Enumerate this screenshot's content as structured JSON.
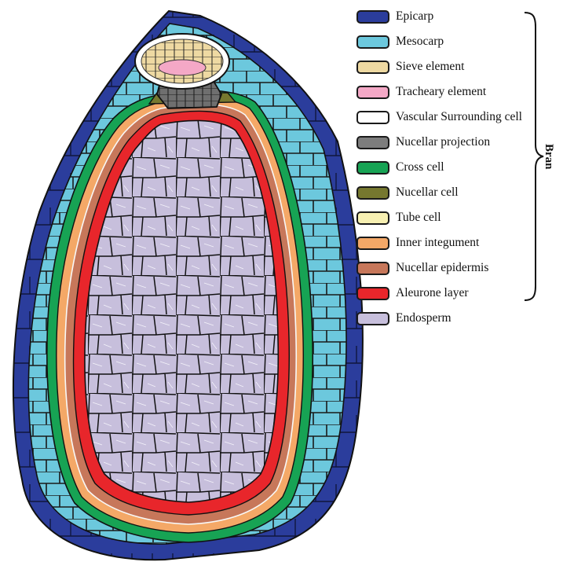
{
  "legend": {
    "items": [
      {
        "label": "Epicarp",
        "color": "#2b3d9c"
      },
      {
        "label": "Mesocarp",
        "color": "#6cc8dd"
      },
      {
        "label": "Sieve element",
        "color": "#eed9a2"
      },
      {
        "label": "Tracheary element",
        "color": "#f4a8c6"
      },
      {
        "label": "Vascular Surrounding cell",
        "color": "#ffffff"
      },
      {
        "label": "Nucellar projection",
        "color": "#7d7d7d"
      },
      {
        "label": "Cross cell",
        "color": "#17a354"
      },
      {
        "label": "Nucellar cell",
        "color": "#76782f"
      },
      {
        "label": "Tube cell",
        "color": "#f7f0b2"
      },
      {
        "label": "Inner integument",
        "color": "#f4a867"
      },
      {
        "label": "Nucellar epidermis",
        "color": "#c7775a"
      },
      {
        "label": "Aleurone layer",
        "color": "#e8262b"
      },
      {
        "label": "Endosperm",
        "color": "#c7bfdc"
      }
    ]
  },
  "bracket": {
    "label": "Bran"
  }
}
